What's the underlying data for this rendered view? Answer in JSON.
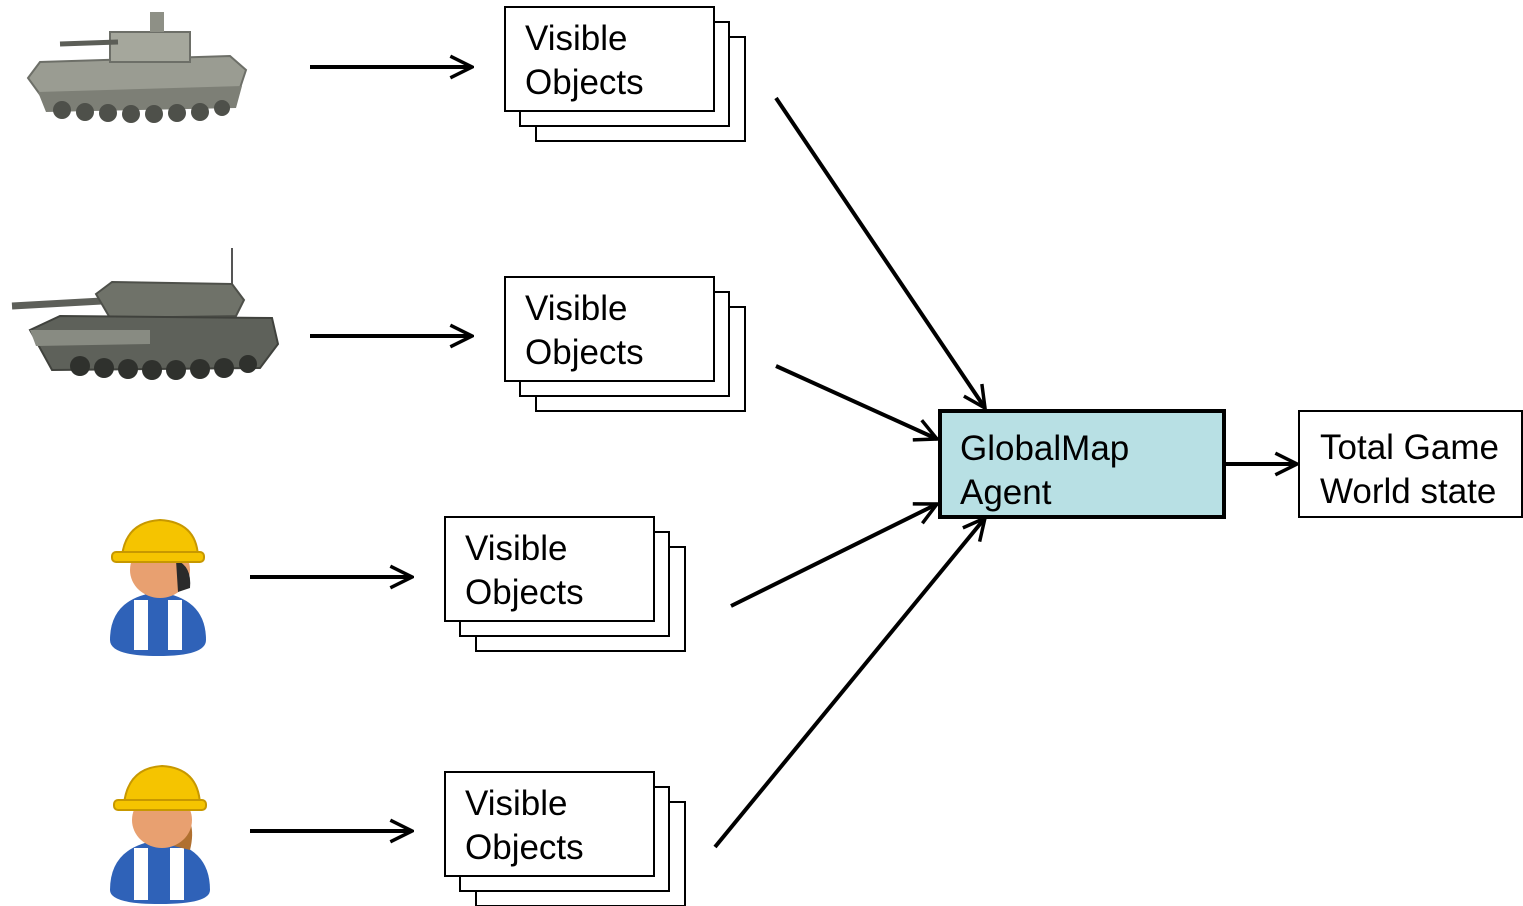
{
  "agents": [
    {
      "icon": "ifv-tank-icon"
    },
    {
      "icon": "battle-tank-icon"
    },
    {
      "icon": "worker-male-icon"
    },
    {
      "icon": "worker-female-icon"
    }
  ],
  "stacks": [
    {
      "line1": "Visible",
      "line2": "Objects"
    },
    {
      "line1": "Visible",
      "line2": "Objects"
    },
    {
      "line1": "Visible",
      "line2": "Objects"
    },
    {
      "line1": "Visible",
      "line2": "Objects"
    }
  ],
  "global_map": {
    "line1": "GlobalMap",
    "line2": "Agent",
    "fill": "#b8e0e4"
  },
  "output": {
    "line1": "Total Game",
    "line2": "World state"
  },
  "colors": {
    "line": "#000000",
    "hardhat": "#f5c400",
    "vest": "#2f62b8",
    "skin": "#e8a070",
    "tank": "#8a8d86"
  }
}
